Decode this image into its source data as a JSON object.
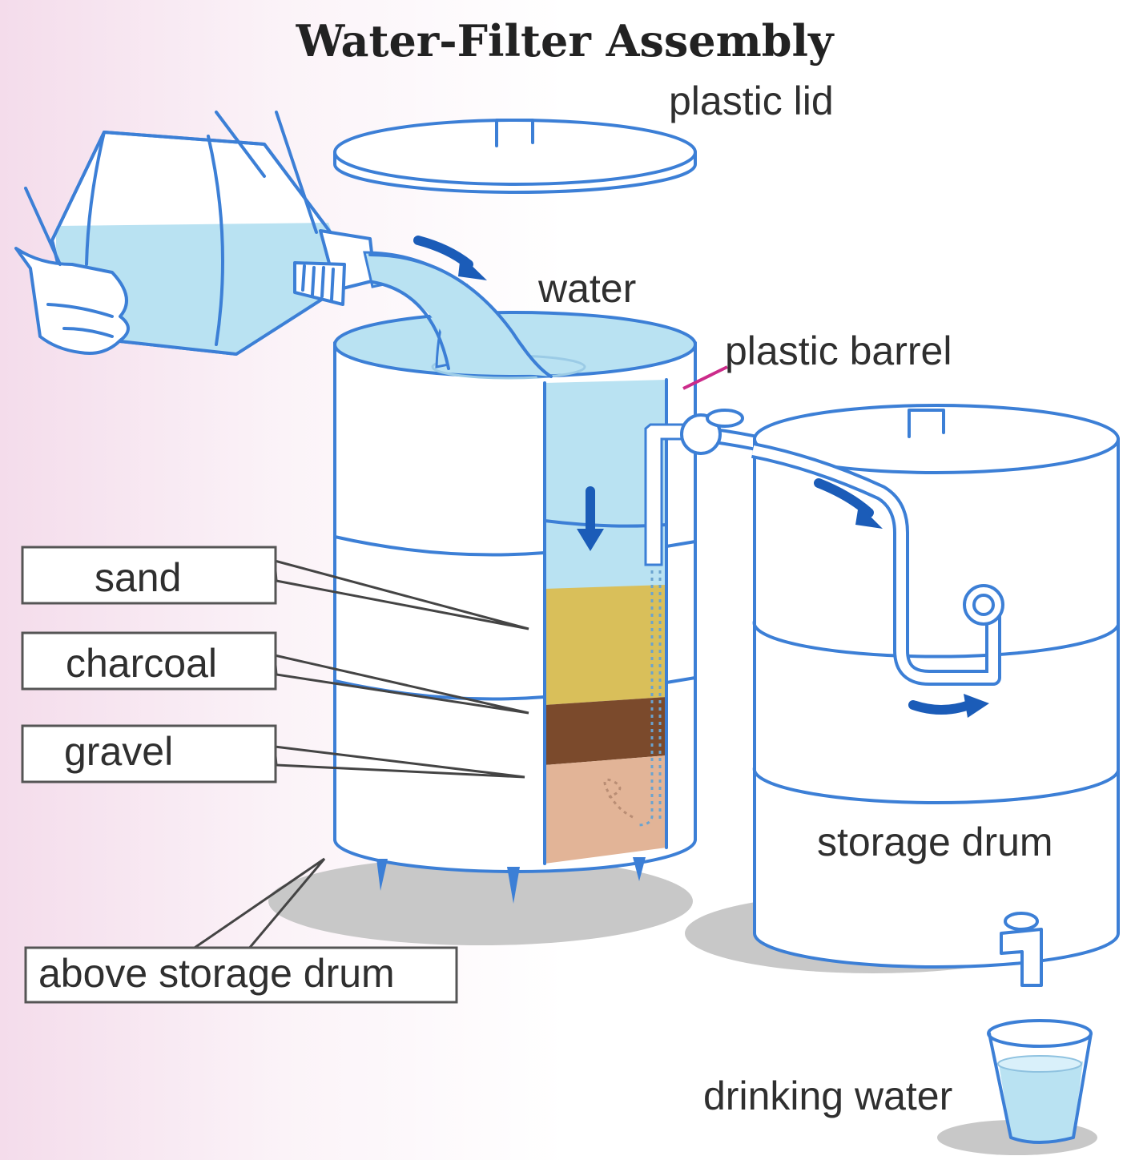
{
  "title": "Water-Filter Assembly",
  "labels": {
    "plastic_lid": "plastic lid",
    "water": "water",
    "plastic_barrel": "plastic barrel",
    "sand": "sand",
    "charcoal": "charcoal",
    "gravel": "gravel",
    "above_storage_drum": "above storage drum",
    "storage_drum": "storage drum",
    "drinking_water": "drinking water"
  },
  "colors": {
    "outline": "#3c7fd6",
    "water": "#b9e2f2",
    "sand": "#d9bf5a",
    "charcoal": "#7b4a2c",
    "gravel": "#e2b497",
    "arrows": "#1b5cb8",
    "shadow": "#c8c8c8",
    "leader_pink": "#cc2b8a"
  }
}
